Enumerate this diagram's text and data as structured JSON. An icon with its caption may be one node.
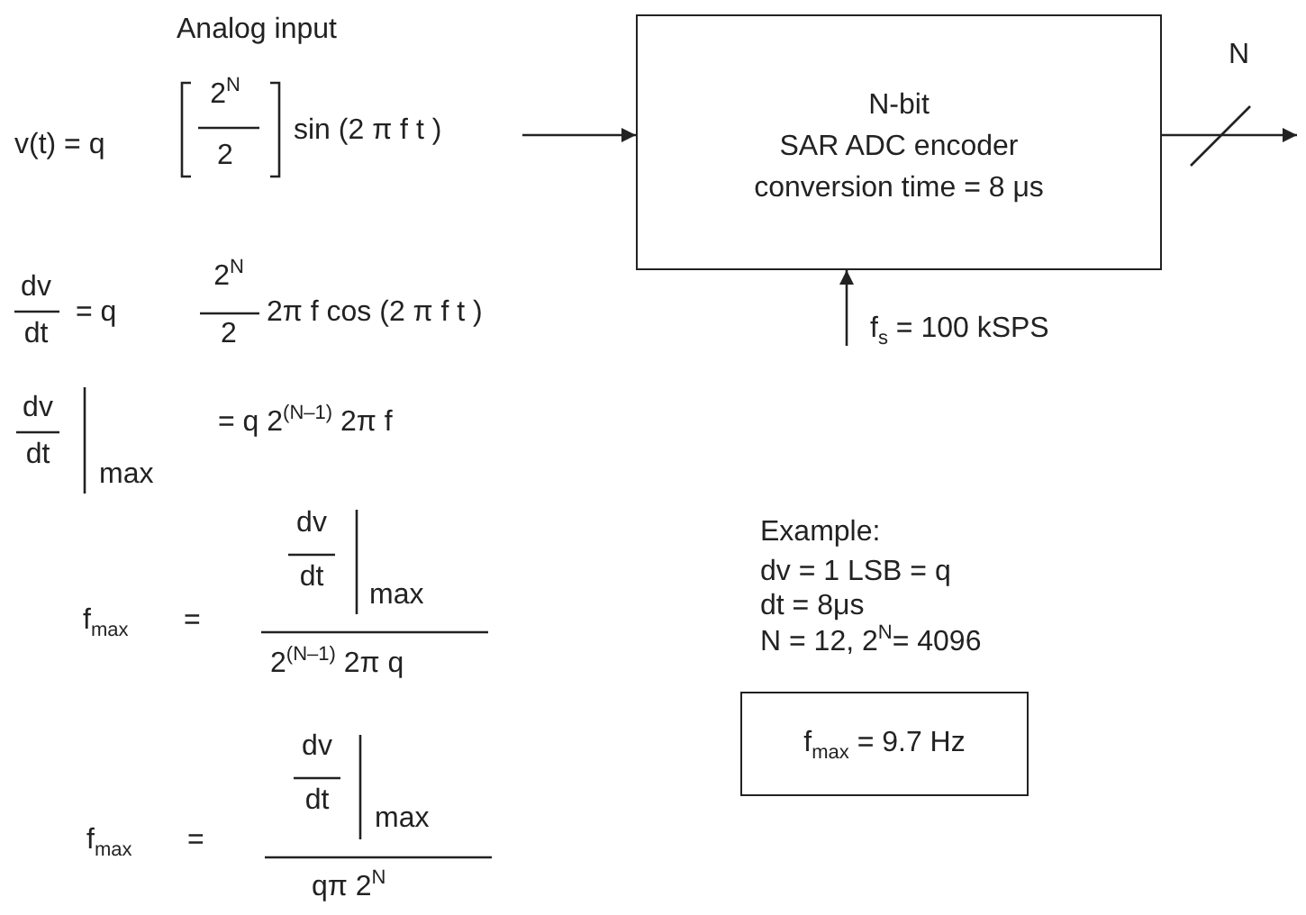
{
  "diagram": {
    "nodes": [
      {
        "text": [
          "Analog input",
          "v(t) = q",
          "2$^{N}$",
          "2",
          "sin (2 π f t )"
        ]
      },
      {
        "text": [
          "N-bit",
          "SAR ADC encoder",
          "conversion time = 8 μs"
        ]
      },
      {
        "text": [
          "f$_{max}$ = 9.7 Hz"
        ]
      }
    ],
    "edges": [
      {
        "from": 0,
        "to": 1,
        "arrow": "to"
      },
      {
        "from": 1,
        "to": null,
        "arrow": "to",
        "label": "N"
      },
      {
        "from": null,
        "to": 1,
        "arrow": "to",
        "label": "f$_{s}$ = 100 kSPS"
      }
    ],
    "labels": [
      "dv",
      "dt",
      "= q",
      "2$^{N}$",
      "2",
      "2π f cos (2 π f t )",
      "dv",
      "dt",
      "max",
      "= q 2$^{(N–1)}$ 2π f",
      "f$_{max}$",
      "=",
      "dv",
      "dt",
      "max",
      "2$^{(N–1)}$ 2π q",
      "f$_{max}$",
      "=",
      "dv",
      "dt",
      "max",
      "qπ 2$^{N}$",
      "Example:",
      "dv = 1 LSB = q",
      "dt = 8μs",
      "N = 12,  2$^{N}$= 4096"
    ]
  }
}
